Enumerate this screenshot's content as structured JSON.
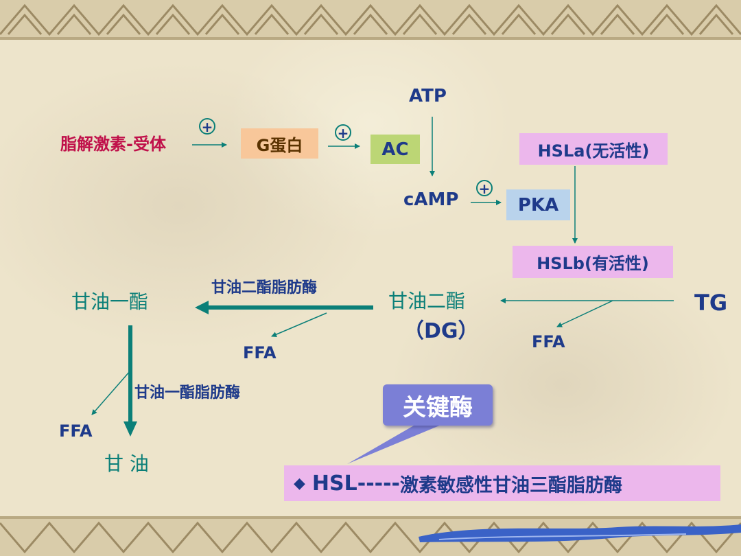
{
  "diagram": {
    "lipolytic_hormone_receptor": "脂解激素-受体",
    "g_protein": "G蛋白",
    "ac": "AC",
    "atp": "ATP",
    "camp": "cAMP",
    "pka": "PKA",
    "hsla": "HSLa(无活性)",
    "hslb": "HSLb(有活性)",
    "plus_sign": "+",
    "tg": "TG",
    "ffa": "FFA",
    "dg_name": "甘油二酯",
    "dg_abbr": "（DG）",
    "dg_lipase": "甘油二酯脂肪酶",
    "monoglyceride": "甘油一酯",
    "mg_lipase": "甘油一酯脂肪酶",
    "glycerol": "甘 油",
    "callout": "关键酶",
    "hsl_abbr": "HSL-----",
    "hsl_full": "激素敏感性甘油三酯脂肪酶",
    "diamond": "◆"
  },
  "colors": {
    "teal": "#0b7f78",
    "navy": "#1e3a8a",
    "crimson": "#c0104a",
    "g_protein_bg": "#f8c79a",
    "ac_bg": "#bcd675",
    "pka_bg": "#b9d3ec",
    "hsl_bg": "#ecb7ec",
    "callout_bg": "#7b7fd6"
  }
}
